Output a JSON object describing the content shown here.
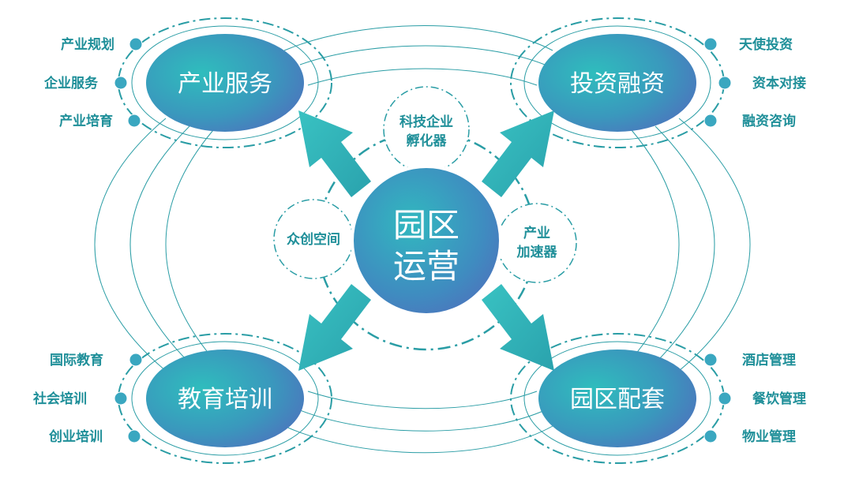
{
  "center": {
    "line1": "园区",
    "line2": "运营"
  },
  "sub_nodes": {
    "incubator": {
      "line1": "科技企业",
      "line2": "孵化器"
    },
    "maker_space": {
      "line1": "众创空间"
    },
    "accelerator": {
      "line1": "产业",
      "line2": "加速器"
    }
  },
  "quadrants": {
    "industry_service": {
      "label": "产业服务",
      "items": [
        "产业规划",
        "企业服务",
        "产业培育"
      ]
    },
    "investment_finance": {
      "label": "投资融资",
      "items": [
        "天使投资",
        "资本对接",
        "融资咨询"
      ]
    },
    "education_training": {
      "label": "教育培训",
      "items": [
        "国际教育",
        "社会培训",
        "创业培训"
      ]
    },
    "park_facilities": {
      "label": "园区配套",
      "items": [
        "酒店管理",
        "餐饮管理",
        "物业管理"
      ]
    }
  },
  "colors": {
    "teal": "#2cb5b8",
    "blue": "#4a7fc0",
    "line": "#2a9da5",
    "text": "#1f8f99"
  }
}
